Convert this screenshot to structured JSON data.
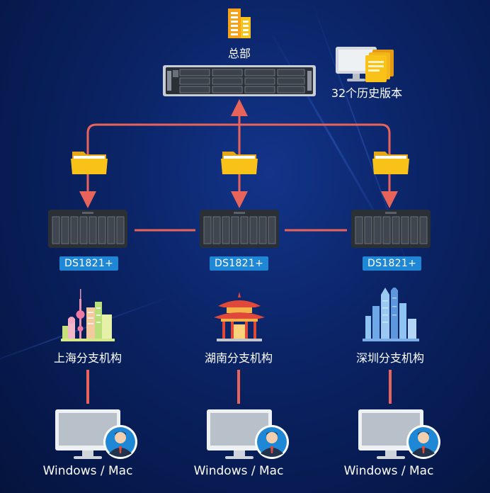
{
  "hq": {
    "label": "总部",
    "icon": "building-icon"
  },
  "versions": {
    "label": "32个历史版本",
    "icon": "monitor-documents-icon"
  },
  "nas": [
    {
      "model": "DS1821+",
      "icon": "nas-icon"
    },
    {
      "model": "DS1821+",
      "icon": "nas-icon"
    },
    {
      "model": "DS1821+",
      "icon": "nas-icon"
    }
  ],
  "branches": [
    {
      "label": "上海分支机构",
      "icon": "shanghai-skyline-icon"
    },
    {
      "label": "湖南分支机构",
      "icon": "pavilion-icon"
    },
    {
      "label": "深圳分支机构",
      "icon": "shenzhen-skyline-icon"
    }
  ],
  "clients": [
    {
      "label": "Windows / Mac",
      "icon": "monitor-user-icon"
    },
    {
      "label": "Windows / Mac",
      "icon": "monitor-user-icon"
    },
    {
      "label": "Windows / Mac",
      "icon": "monitor-user-icon"
    }
  ],
  "colors": {
    "connector": "#e8645a",
    "folder": "#f9c218",
    "badge": "#1e88d6",
    "nas_body": "#2b2f36"
  }
}
